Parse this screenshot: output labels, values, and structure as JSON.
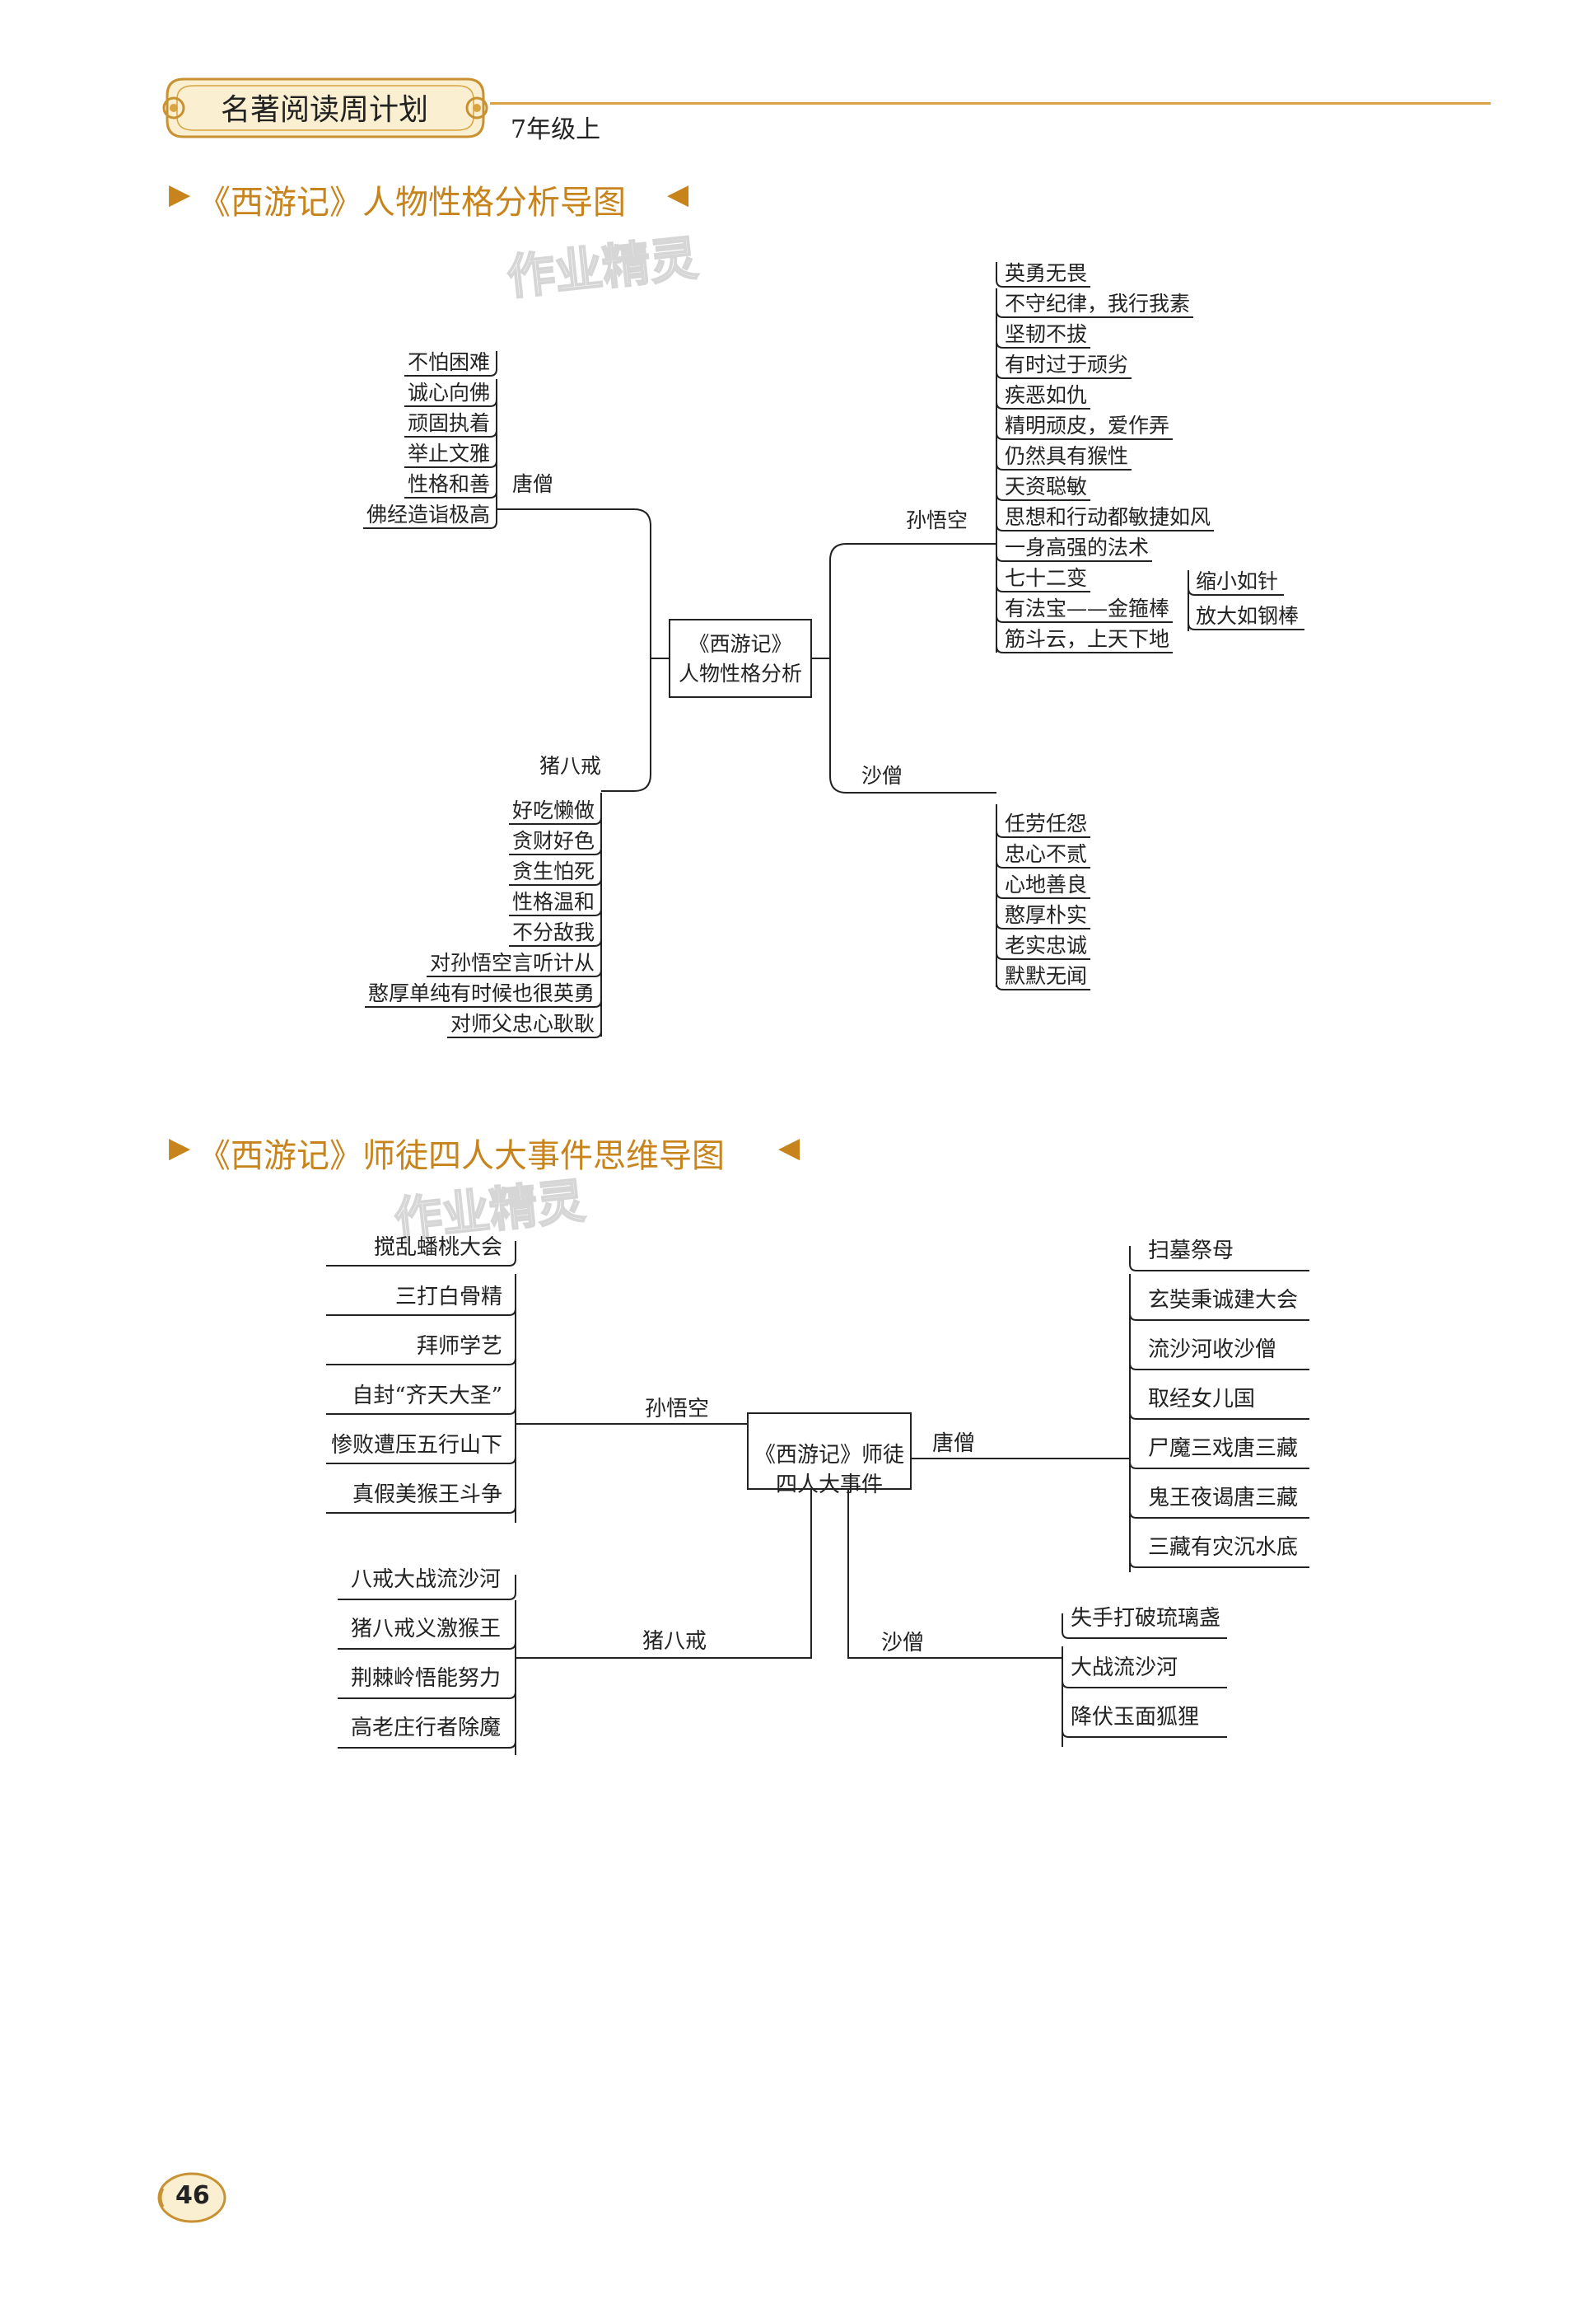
{
  "header": {
    "title": "名著阅读周计划",
    "grade": "7年级上"
  },
  "section1": {
    "title": "《西游记》人物性格分析导图",
    "watermark": "作业精灵",
    "center": [
      "《西游记》",
      "人物性格分析"
    ],
    "tangseng": {
      "label": "唐僧",
      "items": [
        "不怕困难",
        "诚心向佛",
        "顽固执着",
        "举止文雅",
        "性格和善",
        "佛经造诣极高"
      ]
    },
    "wukong": {
      "label": "孙悟空",
      "items": [
        "英勇无畏",
        "不守纪律，我行我素",
        "坚韧不拔",
        "有时过于顽劣",
        "疾恶如仇",
        "精明顽皮，爱作弄",
        "仍然具有猴性",
        "天资聪敏",
        "思想和行动都敏捷如风",
        "一身高强的法术",
        "七十二变",
        "有法宝——金箍棒",
        "筋斗云，上天下地"
      ],
      "sub": [
        "缩小如针",
        "放大如钢棒"
      ]
    },
    "bajie": {
      "label": "猪八戒",
      "items": [
        "好吃懒做",
        "贪财好色",
        "贪生怕死",
        "性格温和",
        "不分敌我",
        "对孙悟空言听计从",
        "憨厚单纯有时候也很英勇",
        "对师父忠心耿耿"
      ]
    },
    "shaseng": {
      "label": "沙僧",
      "items": [
        "任劳任怨",
        "忠心不贰",
        "心地善良",
        "憨厚朴实",
        "老实忠诚",
        "默默无闻"
      ]
    }
  },
  "section2": {
    "title": "《西游记》师徒四人大事件思维导图",
    "watermark": "作业精灵",
    "center": [
      "《西游记》师徒",
      "四人大事件"
    ],
    "wukong": {
      "label": "孙悟空",
      "items": [
        "搅乱蟠桃大会",
        "三打白骨精",
        "拜师学艺",
        "自封“齐天大圣”",
        "惨败遭压五行山下",
        "真假美猴王斗争"
      ]
    },
    "tangseng": {
      "label": "唐僧",
      "items": [
        "扫墓祭母",
        "玄奘秉诚建大会",
        "流沙河收沙僧",
        "取经女儿国",
        "尸魔三戏唐三藏",
        "鬼王夜谒唐三藏",
        "三藏有灾沉水底"
      ]
    },
    "bajie": {
      "label": "猪八戒",
      "items": [
        "八戒大战流沙河",
        "猪八戒义激猴王",
        "荆棘岭悟能努力",
        "高老庄行者除魔"
      ]
    },
    "shaseng": {
      "label": "沙僧",
      "items": [
        "失手打破琉璃盏",
        "大战流沙河",
        "降伏玉面狐狸"
      ]
    }
  },
  "page_number": "46"
}
